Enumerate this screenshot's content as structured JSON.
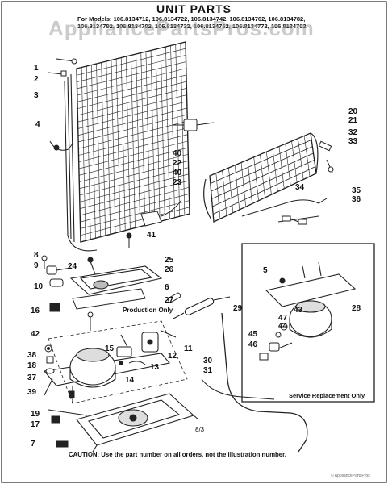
{
  "title": "UNIT PARTS",
  "models_label": "For Models: 106.8134712, 106.8134722, 106.8134742, 106.8134762, 106.8134782,",
  "models_line2": "106.8134792, 106.8134702, 106.8134732, 106.8134752, 106.8134772, 106.8134702",
  "watermark": "AppliancePartsPros.com",
  "production_only": "Production Only",
  "service_replacement": "Service Replacement Only",
  "caution": "CAUTION: Use the part number on all orders, not the illustration number.",
  "page_ref": "8/3",
  "copyright": "© AppliancePartsPros",
  "callouts": [
    {
      "id": "c1",
      "label": "1"
    },
    {
      "id": "c2",
      "label": "2"
    },
    {
      "id": "c3",
      "label": "3"
    },
    {
      "id": "c4",
      "label": "4"
    },
    {
      "id": "c20",
      "label": "20"
    },
    {
      "id": "c21",
      "label": "21"
    },
    {
      "id": "c32",
      "label": "32"
    },
    {
      "id": "c33",
      "label": "33"
    },
    {
      "id": "c40a",
      "label": "40"
    },
    {
      "id": "c22",
      "label": "22"
    },
    {
      "id": "c40b",
      "label": "40"
    },
    {
      "id": "c23",
      "label": "23"
    },
    {
      "id": "c34",
      "label": "34"
    },
    {
      "id": "c35",
      "label": "35"
    },
    {
      "id": "c36",
      "label": "36"
    },
    {
      "id": "c41",
      "label": "41"
    },
    {
      "id": "c8",
      "label": "8"
    },
    {
      "id": "c9",
      "label": "9"
    },
    {
      "id": "c10",
      "label": "10"
    },
    {
      "id": "c24",
      "label": "24"
    },
    {
      "id": "c25",
      "label": "25"
    },
    {
      "id": "c26",
      "label": "26"
    },
    {
      "id": "c6",
      "label": "6"
    },
    {
      "id": "c5",
      "label": "5"
    },
    {
      "id": "c27",
      "label": "27"
    },
    {
      "id": "c29",
      "label": "29"
    },
    {
      "id": "c28",
      "label": "28"
    },
    {
      "id": "c16",
      "label": "16"
    },
    {
      "id": "c42",
      "label": "42"
    },
    {
      "id": "c43",
      "label": "43"
    },
    {
      "id": "c47",
      "label": "47"
    },
    {
      "id": "c44",
      "label": "44"
    },
    {
      "id": "c45",
      "label": "45"
    },
    {
      "id": "c46",
      "label": "46"
    },
    {
      "id": "c15",
      "label": "15"
    },
    {
      "id": "c11",
      "label": "11"
    },
    {
      "id": "c12",
      "label": "12"
    },
    {
      "id": "c13",
      "label": "13"
    },
    {
      "id": "c14",
      "label": "14"
    },
    {
      "id": "c38",
      "label": "38"
    },
    {
      "id": "c18",
      "label": "18"
    },
    {
      "id": "c37",
      "label": "37"
    },
    {
      "id": "c39",
      "label": "39"
    },
    {
      "id": "c30",
      "label": "30"
    },
    {
      "id": "c31",
      "label": "31"
    },
    {
      "id": "c19",
      "label": "19"
    },
    {
      "id": "c17",
      "label": "17"
    },
    {
      "id": "c7",
      "label": "7"
    }
  ]
}
